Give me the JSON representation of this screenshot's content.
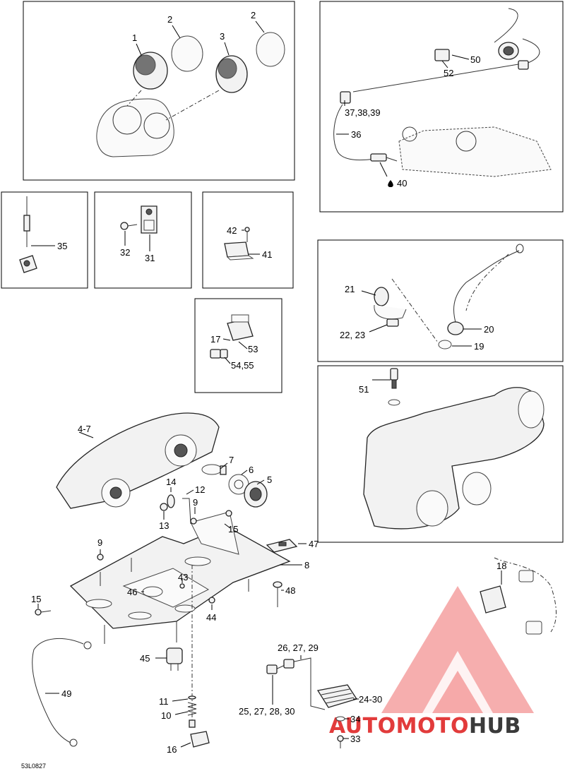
{
  "diagram": {
    "reference_code": "53L0827",
    "watermark": {
      "word_1": "AUTO",
      "word_2": "MOTO",
      "word_3": "HUB",
      "color_red": "#e23b3b",
      "color_dark": "#3a3a3a"
    },
    "labels": {
      "p1": "1",
      "p2a": "2",
      "p2b": "2",
      "p3": "3",
      "p37": "37,38,39",
      "p36": "36",
      "p40": "40",
      "p50": "50",
      "p52": "52",
      "p35": "35",
      "p32": "32",
      "p31": "31",
      "p42": "42",
      "p41": "41",
      "p21": "21",
      "p2223": "22, 23",
      "p20": "20",
      "p19": "19",
      "p17": "17",
      "p53": "53",
      "p5455": "54,55",
      "p51": "51",
      "p47_": "4-7",
      "p7": "7",
      "p6": "6",
      "p5": "5",
      "p14": "14",
      "p12": "12",
      "p9a": "9",
      "p13": "13",
      "p15a": "15",
      "p47": "47",
      "p9b": "9",
      "p8": "8",
      "p43": "43",
      "p46": "46",
      "p48": "48",
      "p15b": "15",
      "p44": "44",
      "p18": "18",
      "p45": "45",
      "p49": "49",
      "p11": "11",
      "p10": "10",
      "p16": "16",
      "p262729": "26, 27, 29",
      "p2430": "24-30",
      "p25272830": "25, 27, 28, 30",
      "p34": "34",
      "p33": "33"
    }
  }
}
